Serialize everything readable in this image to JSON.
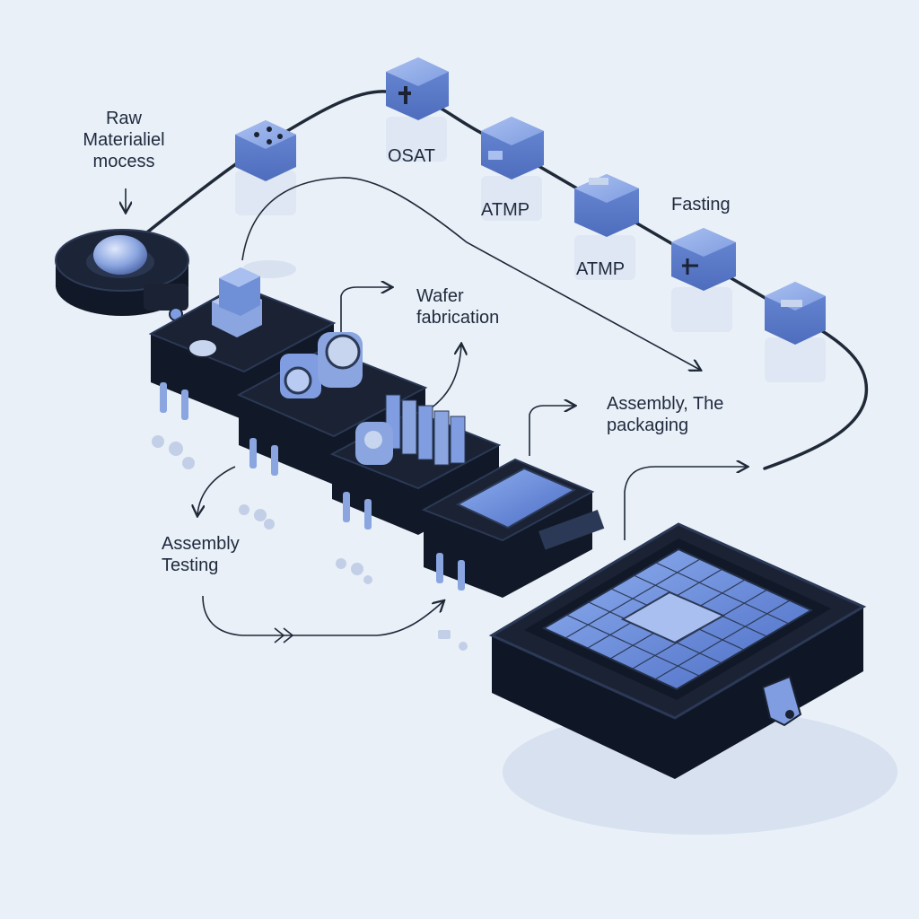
{
  "labels": {
    "raw_material_process": "Raw\nMaterialiel\nmocess",
    "osat": "OSAT",
    "atmp_1": "ATMP",
    "atmp_2": "ATMP",
    "fasting": "Fasting",
    "wafer_fabrication": "Wafer\nfabrication",
    "assembly_packaging": "Assembly, The\npackaging",
    "assembly_testing": "Assembly\nTesting"
  },
  "colors": {
    "background": "#e9f0f8",
    "platform_dark": "#1a2234",
    "platform_side": "#111827",
    "cube_blue": "#6f8fd6",
    "chip_blue": "#6d8fdc",
    "connector_line": "#1f2937",
    "arrow_line": "#1f2937",
    "text": "#1f2a3d"
  }
}
